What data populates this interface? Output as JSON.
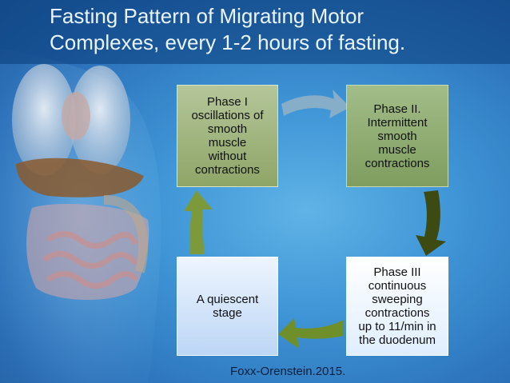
{
  "title": "Fasting Pattern of Migrating Motor\nComplexes, every  1-2 hours of fasting.",
  "phases": [
    {
      "label": "Phase I\noscillations of\nsmooth\nmuscle\nwithout\ncontractions"
    },
    {
      "label": "Phase II.\nIntermittent\nsmooth\nmuscle\ncontractions"
    },
    {
      "label": "Phase III\ncontinuous\nsweeping\ncontractions\nup to 11/min in\nthe duodenum"
    },
    {
      "label": "A quiescent\nstage"
    }
  ],
  "citation": "Foxx-Orenstein.2015.",
  "colors": {
    "arrow_light": "#7fa0b8",
    "arrow_dark": "#3d4a12",
    "arrow_olive": "#6f8f2a",
    "arrow_green": "#7c9a3c"
  },
  "icons": [
    "anatomy-torso-image"
  ]
}
